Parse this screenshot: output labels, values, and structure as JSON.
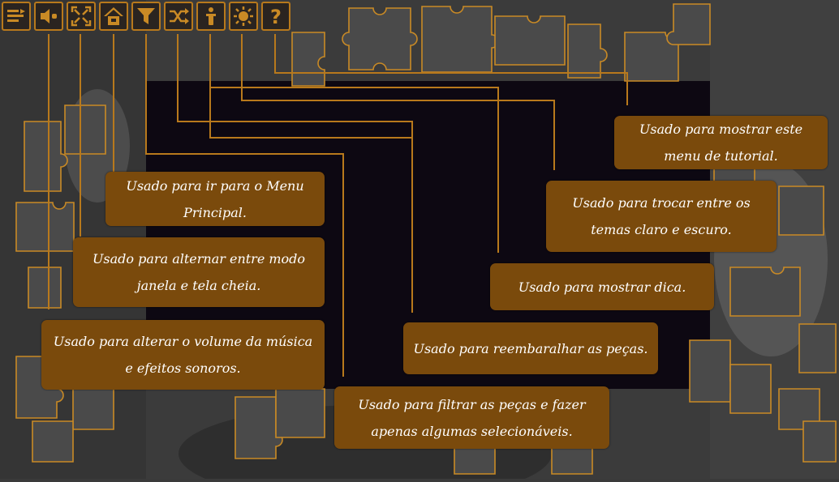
{
  "colors": {
    "accent": "#b8791c",
    "tip_bg": "#7a4a0c",
    "board": "#0d0812",
    "icon": "#c98a25"
  },
  "toolbar": [
    {
      "icon": "menu-list-icon"
    },
    {
      "icon": "speaker-icon"
    },
    {
      "icon": "fullscreen-icon"
    },
    {
      "icon": "home-icon"
    },
    {
      "icon": "filter-icon"
    },
    {
      "icon": "shuffle-icon"
    },
    {
      "icon": "hint-icon"
    },
    {
      "icon": "theme-icon"
    },
    {
      "icon": "help-icon"
    }
  ],
  "tooltips": {
    "tutorial": "Usado para mostrar este menu de tutorial.",
    "theme": "Usado para trocar entre os temas claro e escuro.",
    "hint": "Usado para mostrar dica.",
    "shuffle": "Usado para reembaralhar as peças.",
    "filter": "Usado para filtrar as peças e fazer apenas algumas selecionáveis.",
    "home": "Usado para ir para o Menu Principal.",
    "window": "Usado para alternar entre modo janela e tela cheia.",
    "volume": "Usado para alterar o volume da música e efeitos sonoros."
  }
}
